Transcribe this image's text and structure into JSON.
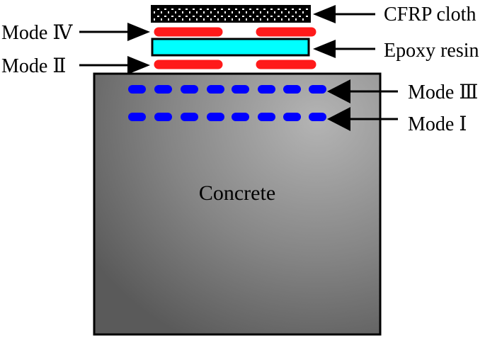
{
  "labels": {
    "cfrp_cloth": "CFRP cloth",
    "epoxy_resin": "Epoxy resin",
    "mode_iv": "Mode Ⅳ",
    "mode_ii": "Mode Ⅱ",
    "mode_iii": "Mode Ⅲ",
    "mode_i": "Mode Ⅰ",
    "concrete": "Concrete"
  },
  "colors": {
    "cfrp": "#000000",
    "epoxy": "#00ffff",
    "mode_ii_iv_debond": "#ff1a1a",
    "mode_i_iii_crack": "#0000ff",
    "concrete_light": "#a8a8a8",
    "concrete_dark": "#5e5e5e"
  }
}
